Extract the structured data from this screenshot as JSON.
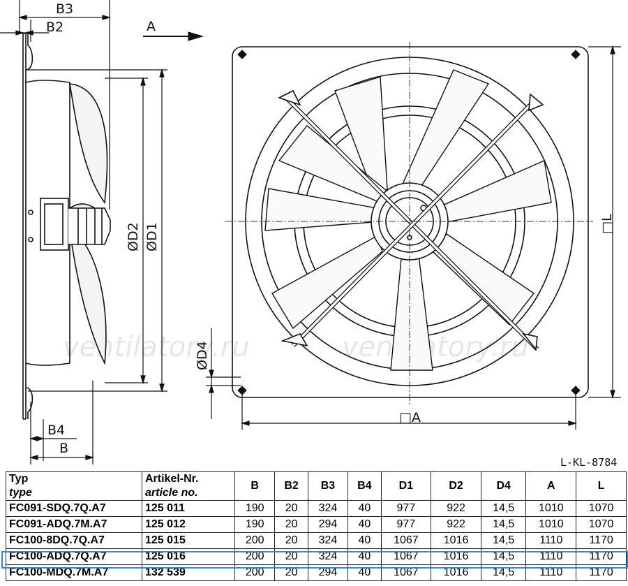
{
  "drawing": {
    "labels": {
      "b3": "B3",
      "b2": "B2",
      "b4": "B4",
      "b": "B",
      "view": "A",
      "d2": "ØD2",
      "d1": "ØD1",
      "d4": "ØD4",
      "a_square": "□A",
      "l_square": "□L"
    },
    "drawing_code": "L-KL-8784",
    "watermark": "ventilatory.ru"
  },
  "table": {
    "headers": [
      {
        "top": "Typ",
        "bottom": "type"
      },
      {
        "top": "Artikel-Nr.",
        "bottom": "article no."
      },
      {
        "top": "B"
      },
      {
        "top": "B2"
      },
      {
        "top": "B3"
      },
      {
        "top": "B4"
      },
      {
        "top": "D1"
      },
      {
        "top": "D2"
      },
      {
        "top": "D4"
      },
      {
        "top": "A"
      },
      {
        "top": "L"
      }
    ],
    "rows": [
      [
        "FC091-SDQ.7Q.A7",
        "125 011",
        "190",
        "20",
        "324",
        "40",
        "977",
        "922",
        "14,5",
        "1010",
        "1070"
      ],
      [
        "FC091-ADQ.7M.A7",
        "125 012",
        "190",
        "20",
        "294",
        "40",
        "977",
        "922",
        "14,5",
        "1010",
        "1070"
      ],
      [
        "FC100-8DQ.7Q.A7",
        "125 015",
        "200",
        "20",
        "324",
        "40",
        "1067",
        "1016",
        "14,5",
        "1110",
        "1170"
      ],
      [
        "FC100-ADQ.7Q.A7",
        "125 016",
        "200",
        "20",
        "324",
        "40",
        "1067",
        "1016",
        "14,5",
        "1110",
        "1170"
      ],
      [
        "FC100-MDQ.7M.A7",
        "132 539",
        "200",
        "20",
        "294",
        "40",
        "1067",
        "1016",
        "14,5",
        "1110",
        "1170"
      ]
    ],
    "selected_row": 3,
    "selection_color": "#2a8fd6"
  }
}
